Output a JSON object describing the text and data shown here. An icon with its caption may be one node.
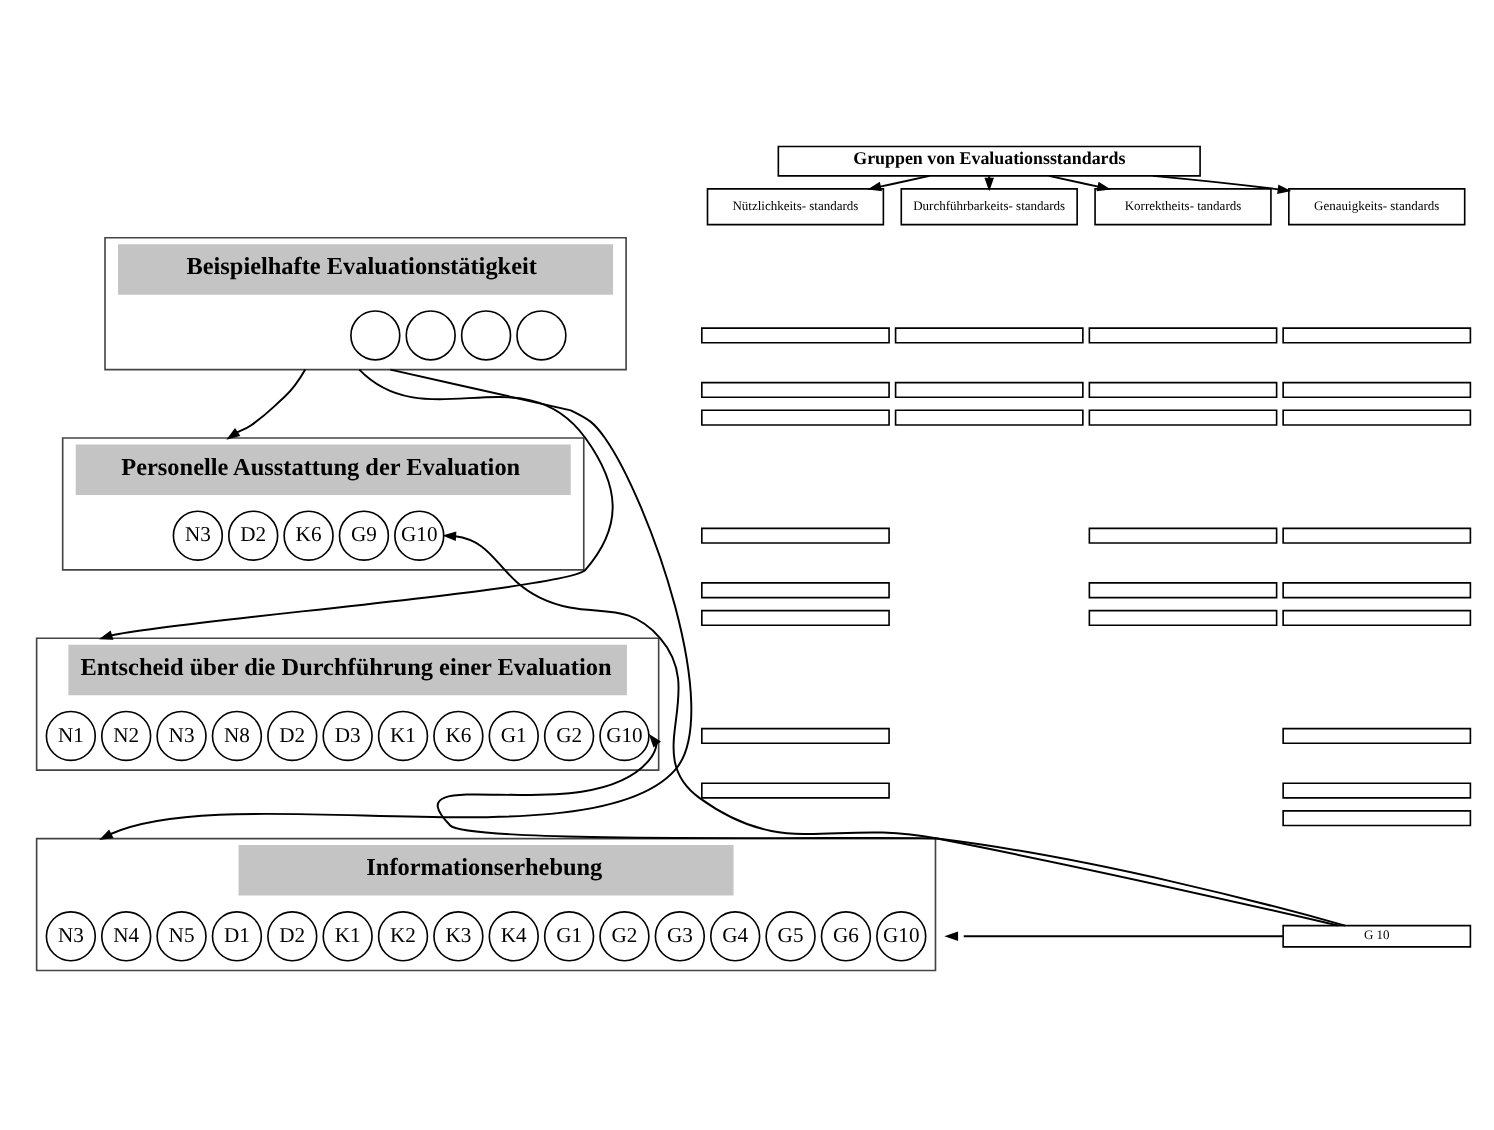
{
  "diagram": {
    "nodes": [
      {
        "text": [
          "Gruppen von Evaluationsstandards"
        ]
      },
      {
        "text": [
          "Nützlichkeits- standards"
        ]
      },
      {
        "text": [
          "Durchführbarkeits- standards"
        ]
      },
      {
        "text": [
          "Korrektheits- tandards"
        ]
      },
      {
        "text": [
          "Genauigkeits- standards"
        ]
      },
      {
        "text": [],
        "shape": "box"
      },
      {
        "text": [],
        "shape": "box"
      },
      {
        "text": [],
        "shape": "box"
      },
      {
        "text": [],
        "shape": "box"
      },
      {
        "text": [],
        "shape": "box"
      },
      {
        "text": [],
        "shape": "box"
      },
      {
        "text": [],
        "shape": "box"
      },
      {
        "text": [],
        "shape": "box"
      },
      {
        "text": [],
        "shape": "box"
      },
      {
        "text": [],
        "shape": "box"
      },
      {
        "text": [],
        "shape": "box"
      },
      {
        "text": [],
        "shape": "box"
      },
      {
        "text": [],
        "shape": "box"
      },
      {
        "text": [],
        "shape": "box"
      },
      {
        "text": [],
        "shape": "box"
      },
      {
        "text": [],
        "shape": "box"
      },
      {
        "text": [],
        "shape": "box"
      },
      {
        "text": [],
        "shape": "box"
      },
      {
        "text": [],
        "shape": "box"
      },
      {
        "text": [],
        "shape": "box"
      },
      {
        "text": [],
        "shape": "box"
      },
      {
        "text": [],
        "shape": "box"
      },
      {
        "text": [],
        "shape": "box"
      },
      {
        "text": [],
        "shape": "box"
      },
      {
        "text": [],
        "shape": "box"
      },
      {
        "text": [],
        "shape": "box"
      },
      {
        "text": [
          "G 10"
        ]
      },
      {
        "text": [
          "Beispielhafte Evaluationstätigkeit"
        ]
      },
      {
        "text": [],
        "shape": "circle",
        "in": 32
      },
      {
        "text": [],
        "shape": "circle",
        "in": 32
      },
      {
        "text": [],
        "shape": "circle",
        "in": 32
      },
      {
        "text": [],
        "shape": "circle",
        "in": 32
      },
      {
        "text": [
          "Personelle Ausstattung der Evaluation"
        ]
      },
      {
        "text": [
          "N3"
        ],
        "in": 37
      },
      {
        "text": [
          "D2"
        ],
        "in": 37
      },
      {
        "text": [
          "K6"
        ],
        "in": 37
      },
      {
        "text": [
          "G9"
        ],
        "in": 37
      },
      {
        "text": [
          "G10"
        ],
        "in": 37
      },
      {
        "text": [
          "Entscheid über die Durchführung einer Evaluation"
        ]
      },
      {
        "text": [
          "N1"
        ],
        "in": 43
      },
      {
        "text": [
          "N2"
        ],
        "in": 43
      },
      {
        "text": [
          "N3"
        ],
        "in": 43
      },
      {
        "text": [
          "N8"
        ],
        "in": 43
      },
      {
        "text": [
          "D2"
        ],
        "in": 43
      },
      {
        "text": [
          "D3"
        ],
        "in": 43
      },
      {
        "text": [
          "K1"
        ],
        "in": 43
      },
      {
        "text": [
          "K6"
        ],
        "in": 43
      },
      {
        "text": [
          "G1"
        ],
        "in": 43
      },
      {
        "text": [
          "G2"
        ],
        "in": 43
      },
      {
        "text": [
          "G10"
        ],
        "in": 43
      },
      {
        "text": [
          "Informationserhebung"
        ]
      },
      {
        "text": [
          "N3"
        ],
        "in": 55
      },
      {
        "text": [
          "N4"
        ],
        "in": 55
      },
      {
        "text": [
          "N5"
        ],
        "in": 55
      },
      {
        "text": [
          "D1"
        ],
        "in": 55
      },
      {
        "text": [
          "D2"
        ],
        "in": 55
      },
      {
        "text": [
          "K1"
        ],
        "in": 55
      },
      {
        "text": [
          "K2"
        ],
        "in": 55
      },
      {
        "text": [
          "K3"
        ],
        "in": 55
      },
      {
        "text": [
          "K4"
        ],
        "in": 55
      },
      {
        "text": [
          "G1"
        ],
        "in": 55
      },
      {
        "text": [
          "G2"
        ],
        "in": 55
      },
      {
        "text": [
          "G3"
        ],
        "in": 55
      },
      {
        "text": [
          "G4"
        ],
        "in": 55
      },
      {
        "text": [
          "G5"
        ],
        "in": 55
      },
      {
        "text": [
          "G6"
        ],
        "in": 55
      },
      {
        "text": [
          "G10"
        ],
        "in": 55
      }
    ],
    "edges": [
      {
        "from": 0,
        "to": 1,
        "arrow": "to"
      },
      {
        "from": 0,
        "to": 2,
        "arrow": "to"
      },
      {
        "from": 0,
        "to": 3,
        "arrow": "to"
      },
      {
        "from": 0,
        "to": 4,
        "arrow": "to"
      },
      {
        "from": 31,
        "to": 42,
        "arrow": "to"
      },
      {
        "from": 31,
        "to": 54,
        "arrow": "to"
      },
      {
        "from": 31,
        "to": 71,
        "arrow": "to"
      },
      {
        "from": 32,
        "to": 37,
        "arrow": "to"
      },
      {
        "from": 32,
        "to": 43,
        "arrow": "to"
      },
      {
        "from": 32,
        "to": 55,
        "arrow": "to"
      }
    ]
  }
}
